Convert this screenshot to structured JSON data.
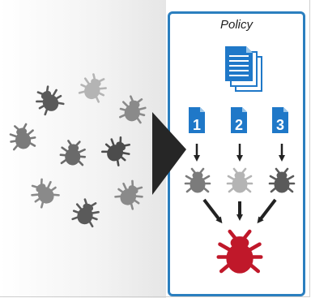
{
  "policy_title": "Policy",
  "policy_numbers": [
    "1",
    "2",
    "3"
  ],
  "colors": {
    "panel_border": "#2b7fbf",
    "doc_blue": "#1f78c8",
    "bug_dark": "#5a5a5a",
    "bug_mid": "#7b7b7b",
    "bug_light": "#b4b4b4",
    "result_bug": "#c0182a",
    "arrow": "#222222",
    "chevron": "#262626"
  },
  "icons": [
    "bug-icon",
    "document-stack-icon",
    "numbered-document-icon",
    "arrow-down-icon",
    "chevron-right-icon"
  ]
}
